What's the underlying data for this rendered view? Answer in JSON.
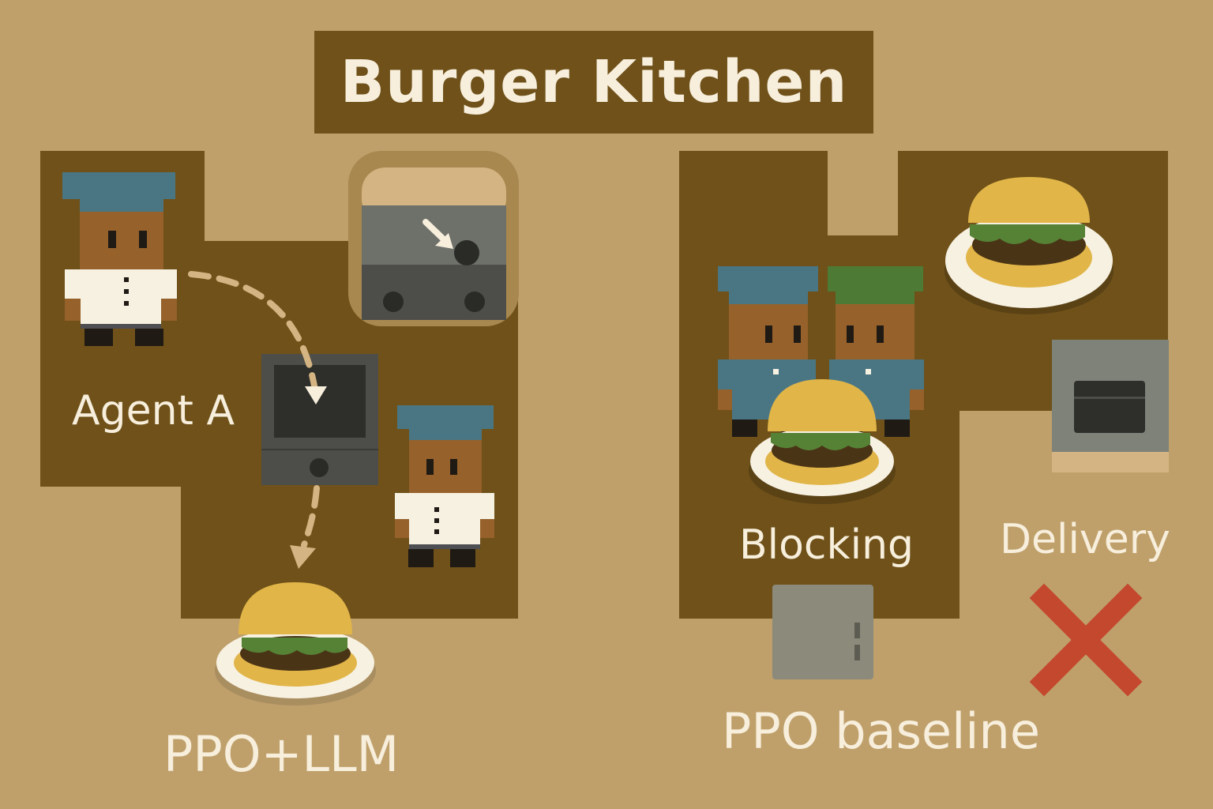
{
  "title": "Burger Kitchen",
  "left_panel": {
    "agent_label": "Agent A",
    "method_label": "PPO+LLM"
  },
  "right_panel": {
    "blocking_label": "Blocking",
    "delivery_label": "Delivery",
    "method_label": "PPO baseline",
    "failure_icon": "red-x-icon"
  },
  "colors": {
    "background": "#bfa06b",
    "floor": "#6f5119",
    "text": "#f7eedc",
    "chef_hat_blue": "#4a7684",
    "chef_hat_green": "#4d7a34",
    "skin": "#96612a",
    "bun": "#e1b548",
    "lettuce": "#558235",
    "fail_red": "#c4482e"
  }
}
